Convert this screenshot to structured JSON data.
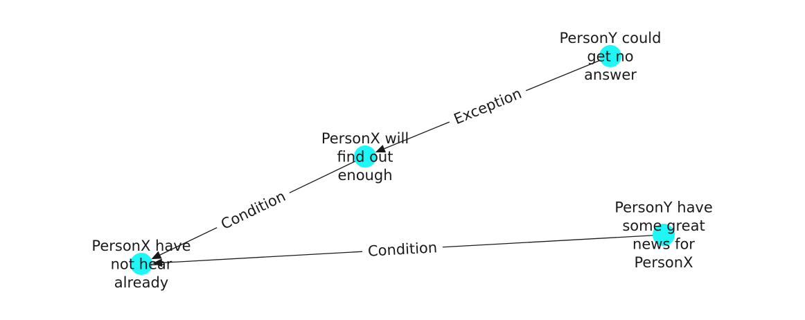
{
  "diagram": {
    "nodes": [
      {
        "id": "n1",
        "lines": [
          "PersonY could",
          "get no",
          "answer"
        ]
      },
      {
        "id": "n2",
        "lines": [
          "PersonX will",
          "find out",
          "enough"
        ]
      },
      {
        "id": "n3",
        "lines": [
          "PersonX have",
          "not hear",
          "already"
        ]
      },
      {
        "id": "n4",
        "lines": [
          "PersonY have",
          "some great",
          "news for",
          "PersonX"
        ]
      }
    ],
    "edges": [
      {
        "id": "e1",
        "from": "n1",
        "to": "n2",
        "label": "Exception"
      },
      {
        "id": "e2",
        "from": "n2",
        "to": "n3",
        "label": "Condition"
      },
      {
        "id": "e3",
        "from": "n4",
        "to": "n3",
        "label": "Condition"
      }
    ],
    "colors": {
      "node": "#1ff7f7",
      "edge": "#1a1a1a",
      "text": "#1a1a1a"
    }
  }
}
